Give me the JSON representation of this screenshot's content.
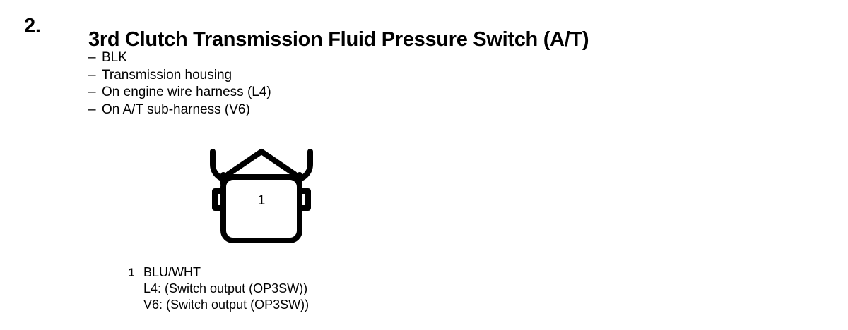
{
  "section": {
    "number": "2.",
    "title": "3rd Clutch Transmission Fluid Pressure Switch (A/T)"
  },
  "specs": {
    "bullet": "–",
    "items": [
      {
        "text": "BLK"
      },
      {
        "text": "Transmission housing"
      },
      {
        "text": "On engine wire harness (L4)"
      },
      {
        "text": "On A/T sub-harness (V6)"
      }
    ]
  },
  "connector": {
    "name": "connector-diagram",
    "pin_label": "1",
    "stroke_color": "#000000",
    "fill_color": "#ffffff"
  },
  "legend": {
    "pin_number": "1",
    "wire_color": "BLU/WHT",
    "details": [
      {
        "text": "L4: (Switch output (OP3SW))"
      },
      {
        "text": "V6: (Switch output (OP3SW))"
      }
    ]
  }
}
